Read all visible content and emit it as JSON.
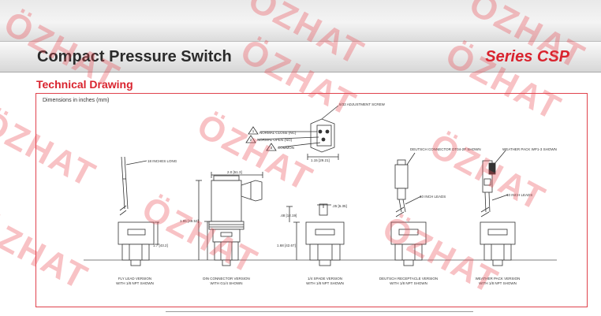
{
  "header": {
    "title": "Compact Pressure Switch",
    "series": "Series CSP"
  },
  "section": {
    "heading": "Technical Drawing",
    "dimensions_note": "Dimensions in inches (mm)"
  },
  "callouts": {
    "adjustment_screw": "8/32 ADJUSTMENT SCREW",
    "normal_close": "NORMAL CLOSE (NC)",
    "normal_open": "NORMAL OPEN (NO)",
    "common": "COMMON",
    "leads_long": "18 INCHES LONG",
    "deutsch_connector": "DEUTSCH CONNECTOR DT04-2P SHOWN",
    "inch_leads_1": "10 INCH LEADS",
    "weather_pack": "WEATHER PACK WP1-3 SHOWN",
    "inch_leads_2": "10 INCH LEADS"
  },
  "dimensions": {
    "top_width": "1.15 [29.21]",
    "din_width": "2.0 [51.3]",
    "din_height": "1.95 [49.53]",
    "din_body": "1.7 [43.2]",
    "spade_tab": ".25 [6.35]",
    "spade_h1": ".48 [12.19]",
    "spade_h2": "1.68 [42.67]"
  },
  "captions": {
    "flying_1": "FLY LEAD VERSION",
    "flying_2": "WITH 1/8 NPT SHOWN",
    "din_1": "DIN CONNECTOR VERSION",
    "din_2": "WITH G1/4 SHOWN",
    "spade_1": "1/4 SPADE VERSION",
    "spade_2": "WITH 1/8 NPT SHOWN",
    "deutsch_1": "DEUTSCH RECEPTACLE VERSION",
    "deutsch_2": "WITH 1/8 NPT SHOWN",
    "weather_1": "WEATHER PACK VERSION",
    "weather_2": "WITH 1/8 NPT SHOWN"
  },
  "terminal_numbers": [
    "1",
    "2",
    "3"
  ],
  "watermark": "ÖZHAT",
  "colors": {
    "accent": "#d9232e",
    "frame": "#e0424c",
    "watermark": "#eb4650"
  }
}
